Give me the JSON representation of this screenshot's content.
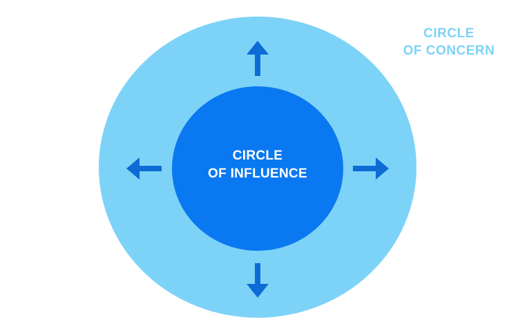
{
  "colors": {
    "background": "#ffffff",
    "outer_circle": "#7dd3f7",
    "inner_circle": "#0a78f0",
    "arrow": "#0d6bd6",
    "concern_label": "#7dd3f7",
    "influence_label": "#ffffff"
  },
  "outer_circle": {
    "label_lines": [
      "CIRCLE",
      "OF CONCERN"
    ]
  },
  "inner_circle": {
    "label_lines": [
      "CIRCLE",
      "OF INFLUENCE"
    ]
  },
  "arrows": [
    {
      "direction": "up",
      "icon": "arrow-up-icon"
    },
    {
      "direction": "left",
      "icon": "arrow-left-icon"
    },
    {
      "direction": "right",
      "icon": "arrow-right-icon"
    },
    {
      "direction": "down",
      "icon": "arrow-down-icon"
    }
  ]
}
